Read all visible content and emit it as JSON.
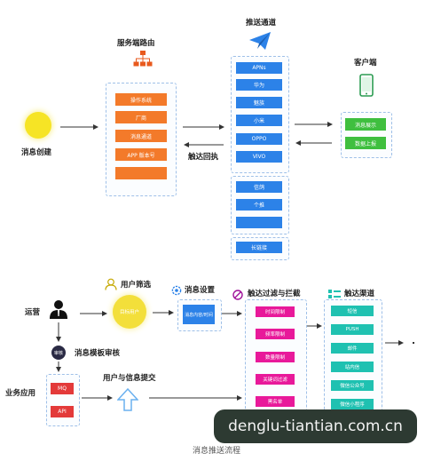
{
  "top": {
    "create_label": "消息创建",
    "server_label": "服务端路由",
    "server_items": [
      "操作系统",
      "厂商",
      "消息通道",
      "APP 版本号",
      ""
    ],
    "channel_title": "推送通道",
    "channel_items": [
      "APNs",
      "华为",
      "魅族",
      "小米",
      "OPPO",
      "VIVO"
    ],
    "channel_items2": [
      "信鸽",
      "个推",
      ""
    ],
    "channel_items3": "长链接",
    "client_label": "客户端",
    "client_items": [
      "消息展示",
      "数据上报"
    ],
    "callback_label": "触达回执"
  },
  "bottom": {
    "ops_label": "运营",
    "audit_badge": "审核",
    "template_audit_label": "消息模板审核",
    "biz_app_label": "业务应用",
    "mq_label": "MQ",
    "api_label": "API",
    "user_filter_label": "用户筛选",
    "user_circle_text": "目标用户",
    "msg_setting_label": "消息设置",
    "msg_setting_box": "消息内容/时间",
    "filter_label": "触达过滤与拦截",
    "filter_items": [
      "时间限制",
      "频率限制",
      "数量限制",
      "关键词过滤",
      "黑名单"
    ],
    "reach_label": "触达渠道",
    "reach_items": [
      "短信",
      "PUSH",
      "邮件",
      "站内信",
      "微信公众号",
      "微信小程序"
    ],
    "submit_label": "用户与信息提交"
  },
  "caption": "消息推送流程",
  "watermark": "denglu-tiantian.com.cn"
}
